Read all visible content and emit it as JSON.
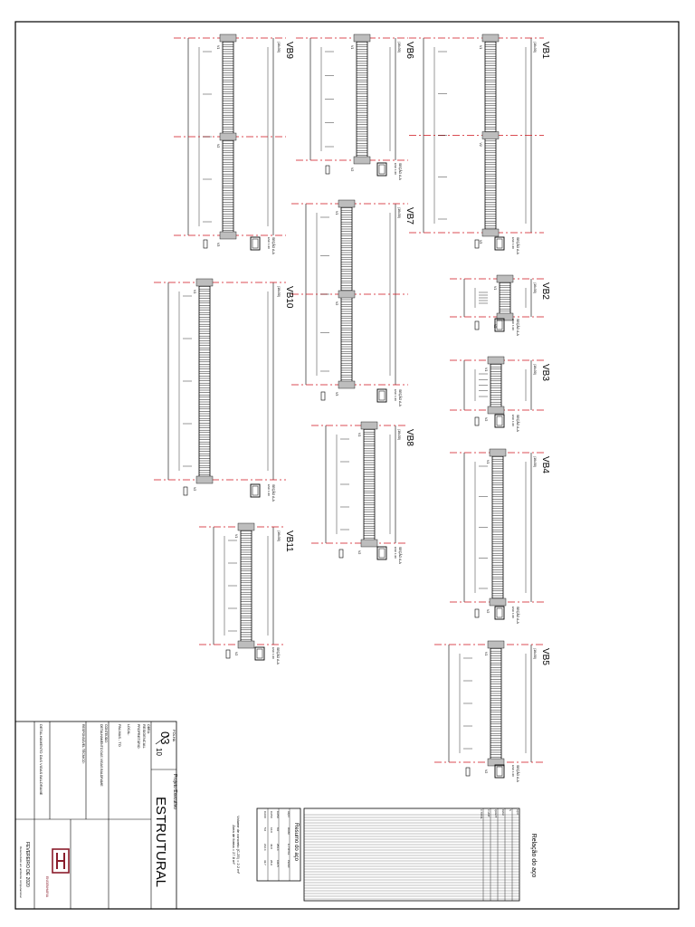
{
  "beams": [
    {
      "id": "VB1",
      "sub": "(16x30)",
      "cols": [
        "V1",
        "V2",
        "V3"
      ]
    },
    {
      "id": "VB2",
      "sub": "(16x30)",
      "cols": [
        "V1",
        "V2"
      ]
    },
    {
      "id": "VB3",
      "sub": "(16x30)",
      "cols": [
        "V1",
        "V2"
      ]
    },
    {
      "id": "VB4",
      "sub": "(16x30)",
      "cols": [
        "V1",
        "V2"
      ]
    },
    {
      "id": "VB5",
      "sub": "(16x30)",
      "cols": [
        "V1",
        "V2"
      ]
    },
    {
      "id": "VB6",
      "sub": "(16x30)",
      "cols": [
        "V1",
        "V2"
      ]
    },
    {
      "id": "VB7",
      "sub": "(16x30)",
      "cols": [
        "V1",
        "V2",
        "V3"
      ]
    },
    {
      "id": "VB8",
      "sub": "(16x30)",
      "cols": [
        "V1",
        "V2"
      ]
    },
    {
      "id": "VB9",
      "sub": "(16x30)",
      "cols": [
        "V1",
        "V2",
        "V3"
      ]
    },
    {
      "id": "VB10",
      "sub": "(16x30)",
      "cols": [
        "V1",
        "V2"
      ]
    },
    {
      "id": "VB11",
      "sub": "(16x30)",
      "cols": [
        "V1",
        "V2"
      ]
    }
  ],
  "section_label": "SEÇÃO A-A",
  "section_scale": "ESC 1:20",
  "steel_table": {
    "title": "Relação do aço",
    "headers": [
      "AÇO",
      "N",
      "DIAM",
      "QUANT",
      "C.UNIT",
      "C.TOTAL"
    ],
    "summary_title": "Resumo do aço",
    "summary_headers": [
      "AÇO",
      "DIAM",
      "C.TOTAL",
      "PESO"
    ],
    "summary_rows": [
      [
        "CA50",
        "8.0",
        "254.4",
        "100.5"
      ],
      [
        "CA50",
        "10.0",
        "46.8",
        "28.9"
      ],
      [
        "CA60",
        "5.0",
        "212.4",
        "32.7"
      ]
    ],
    "summary_note": "Volume de concreto (C-25) = 2.2 m³",
    "summary_note2": "Área de forma = 27.8 m²"
  },
  "title_block": {
    "sheet_label": "FOLHA",
    "sheet_num": "03",
    "sheet_total": "10",
    "project_label": "Projeto Executivo",
    "discipline": "ESTRUTURAL",
    "obra_label": "OBRA:",
    "obra": "RESIDENCIAL",
    "proprietario_label": "PROPRIETÁRIO:",
    "local_label": "LOCAL:",
    "local": "PALMAS - TO",
    "conteudo_label": "CONTEÚDO:",
    "conteudo": "DETALHAMENTO DAS VIGAS BALDRAME",
    "responsavel_label": "RESPONSÁVEL TÉCNICO:",
    "date": "FEVEREIRO DE 2020",
    "footer": "Desenvolvido em ambiente computacional",
    "firm": "ENGENHARIA"
  }
}
